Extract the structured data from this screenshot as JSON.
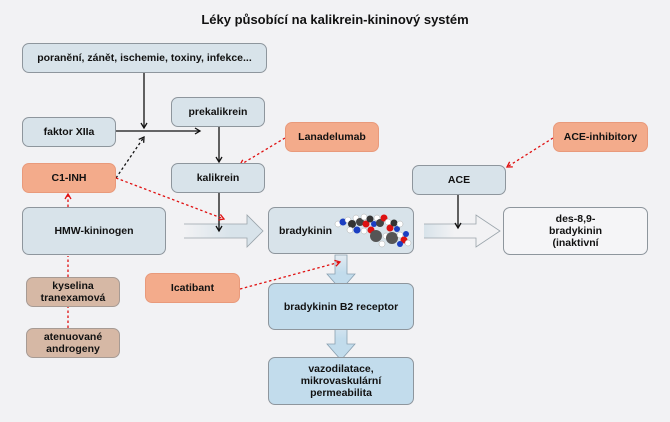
{
  "title": "Léky působící na kalikrein-kininový systém",
  "nodes": {
    "triggers": "poranění, zánět, ischemie, toxiny, infekce...",
    "factor_xiia": "faktor XIIa",
    "prekallikrein": "prekalikrein",
    "lanadelumab": "Lanadelumab",
    "c1_inh": "C1-INH",
    "kallikrein": "kalikrein",
    "ace_inhibitors": "ACE-inhibitory",
    "ace": "ACE",
    "hmw_kininogen": "HMW-kininogen",
    "bradykinin": "bradykinin",
    "des_bradykinin": "des-8,9-bradykinin (inaktivní",
    "tranexamic_acid": "kyselina tranexamová",
    "attenuated_androgens": "atenuované androgeny",
    "icatibant": "Icatibant",
    "b2_receptor": "bradykinin B2 receptor",
    "effects": "vazodilatace, mikrovaskulární permeabilita"
  },
  "legend_colors": {
    "drug": "#f3ab8b",
    "pathway": "#d8e3ea",
    "receptor_effect": "#c2dcec",
    "other_drug": "#d6b8a5",
    "inhibition_line": "#e01010"
  }
}
